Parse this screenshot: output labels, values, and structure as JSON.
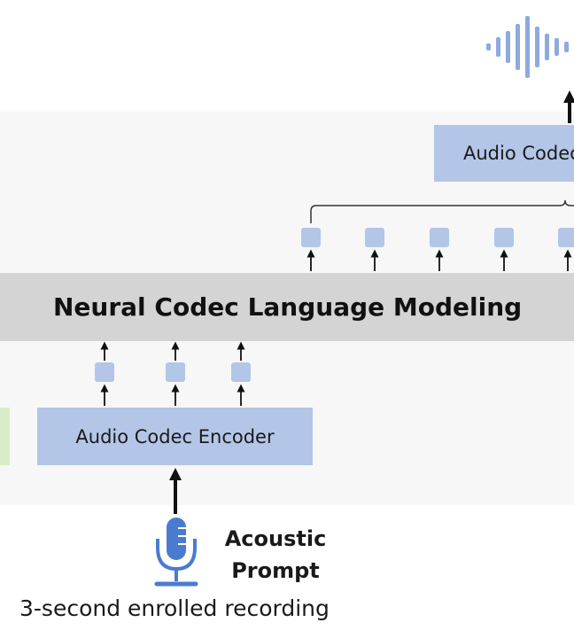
{
  "diagram": {
    "lm_label": "Neural Codec Language Modeling",
    "encoder_label": "Audio Codec Encoder",
    "decoder_label": "Audio Codec Decoder",
    "prompt_label_line1": "Acoustic",
    "prompt_label_line2": "Prompt",
    "caption": "3-second enrolled recording",
    "icons": {
      "microphone": "microphone-icon",
      "waveform": "waveform-icon"
    },
    "colors": {
      "codec_box": "#b3c6e7",
      "token": "#b3c6e7",
      "lm_band": "#d4d4d4",
      "panel": "#f7f7f7",
      "text_prompt_box": "#d9ecc9",
      "icon": "#4a7bd0",
      "waveform": "#8eaadc"
    }
  }
}
